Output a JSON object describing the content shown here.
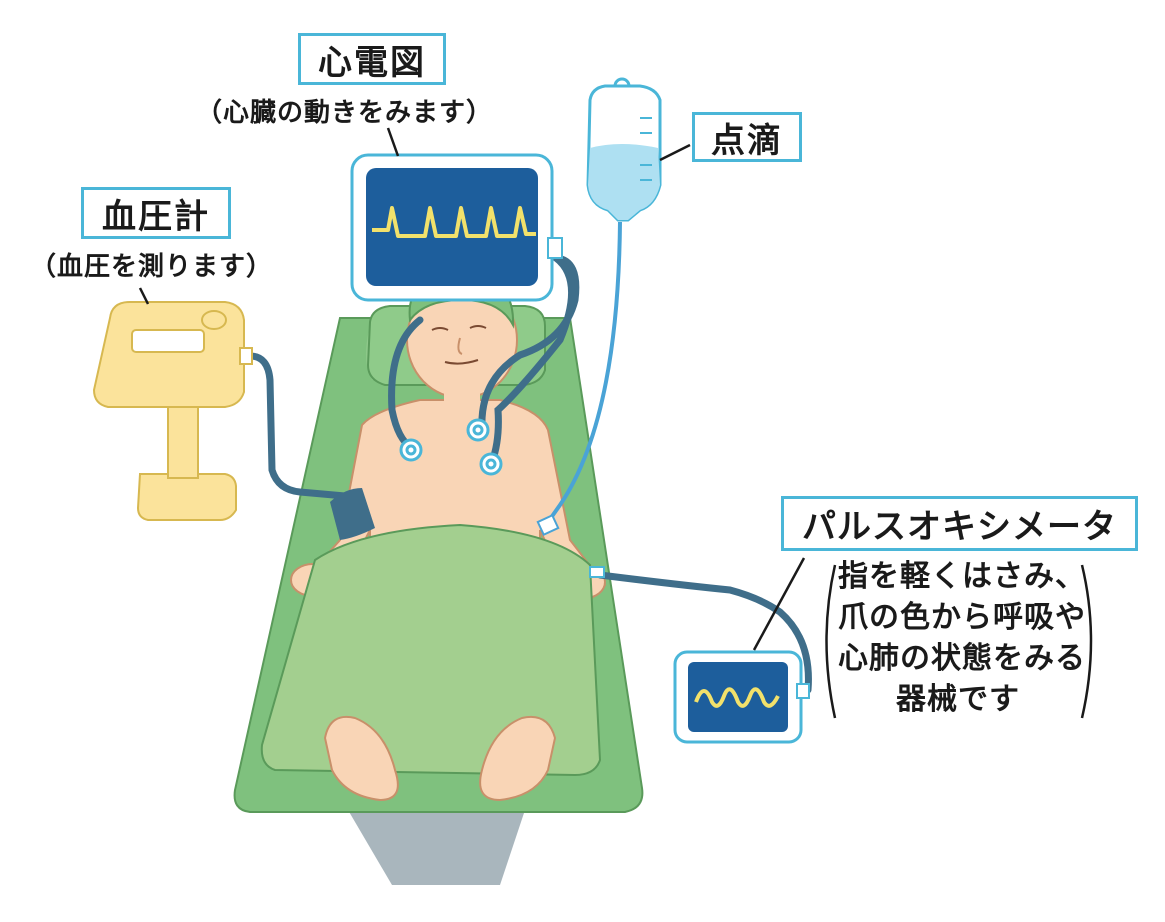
{
  "labels": {
    "ecg": {
      "title": "心電図",
      "sub": "（心臓の動きをみます）"
    },
    "iv": {
      "title": "点滴"
    },
    "bp": {
      "title": "血圧計",
      "sub": "（血圧を測ります）"
    },
    "pulse_ox": {
      "title": "パルスオキシメータ",
      "desc": [
        "指を軽くはさみ、",
        "爪の色から呼吸や",
        "心肺の状態をみる",
        "器械です"
      ]
    }
  },
  "colors": {
    "label_border": "#4ab6d8",
    "bed_green": "#7fc17e",
    "blanket_green": "#a3cf8f",
    "monitor_screen": "#1d5e9c",
    "skin": "#f9d5b6",
    "bp_device": "#fbe39b",
    "cable": "#3f6e8a",
    "iv_line": "#4aa3d6"
  }
}
